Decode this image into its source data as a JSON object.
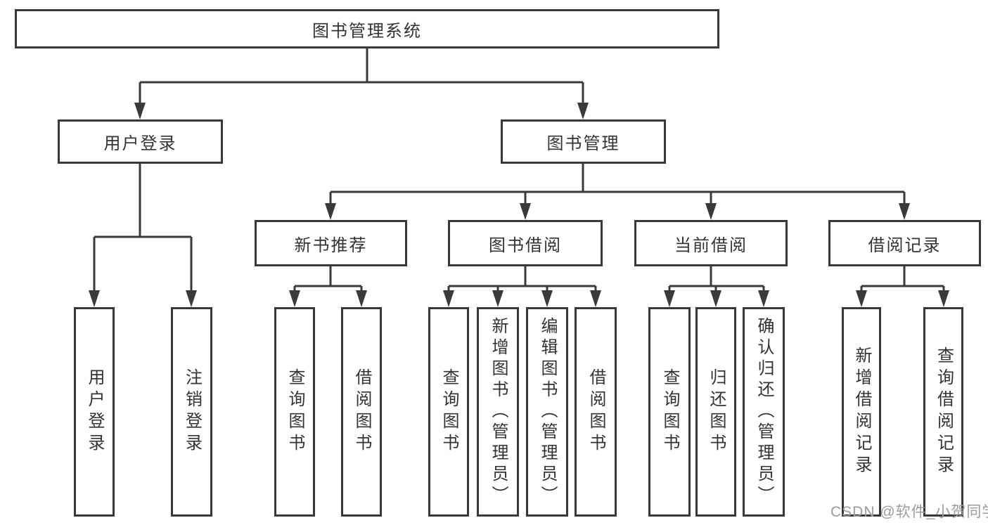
{
  "diagram": {
    "root": {
      "label": "图书管理系统"
    },
    "level2": {
      "user_login": {
        "label": "用户登录"
      },
      "book_mgmt": {
        "label": "图书管理"
      }
    },
    "level3": {
      "new_books": {
        "label": "新书推荐"
      },
      "book_borrow": {
        "label": "图书借阅"
      },
      "current_borrow": {
        "label": "当前借阅"
      },
      "borrow_records": {
        "label": "借阅记录"
      }
    },
    "leaves": {
      "user_login": {
        "label": "用户登录"
      },
      "logout": {
        "label": "注销登录"
      },
      "nb_search_books": {
        "label": "查询图书"
      },
      "nb_borrow_books": {
        "label": "借阅图书"
      },
      "bb_search_books": {
        "label": "查询图书"
      },
      "bb_add_books": {
        "label": "新增图书（管理员）"
      },
      "bb_edit_books": {
        "label": "编辑图书（管理员）"
      },
      "bb_borrow_books": {
        "label": "借阅图书"
      },
      "cb_search_books": {
        "label": "查询图书"
      },
      "cb_return_books": {
        "label": "归还图书"
      },
      "cb_confirm_return": {
        "label": "确认归还（管理员）"
      },
      "br_add_record": {
        "label": "新增借阅记录"
      },
      "br_search_record": {
        "label": "查询借阅记录"
      }
    },
    "watermark": "CSDN @软件_小贺同学",
    "colors": {
      "line": "#3a3a3a",
      "box_border": "#383838",
      "text": "#333333",
      "watermark": "#9c9c9c",
      "background": "#ffffff"
    }
  }
}
